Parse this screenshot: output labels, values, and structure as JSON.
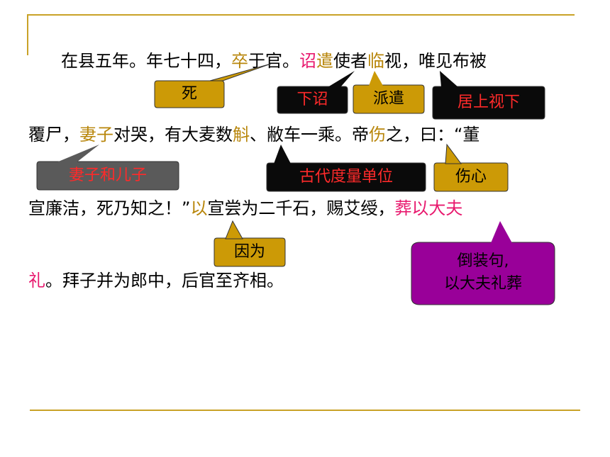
{
  "passage": {
    "line1": [
      {
        "t": "在县五年。年七十四，"
      },
      {
        "t": "卒",
        "c": "gold"
      },
      {
        "t": "于官。"
      },
      {
        "t": "诏",
        "c": "pink"
      },
      {
        "t": "遣",
        "c": "gold"
      },
      {
        "t": "使者"
      },
      {
        "t": "临",
        "c": "gold"
      },
      {
        "t": "视，唯见布被"
      }
    ],
    "line2": [
      {
        "t": "覆尸，"
      },
      {
        "t": "妻子",
        "c": "gold"
      },
      {
        "t": "对哭，有大麦数"
      },
      {
        "t": "斛",
        "c": "gold"
      },
      {
        "t": "、敝车一乘。帝"
      },
      {
        "t": "伤",
        "c": "gold"
      },
      {
        "t": "之，曰：“董"
      }
    ],
    "line3": [
      {
        "t": "宣廉洁，死乃知之！”"
      },
      {
        "t": "以",
        "c": "gold"
      },
      {
        "t": "宣尝为二千石，赐艾绶，"
      },
      {
        "t": "葬以大夫",
        "c": "pink"
      }
    ],
    "line4": [
      {
        "t": "礼",
        "c": "pink"
      },
      {
        "t": "。拜子并为郎中，后官至齐相。"
      }
    ]
  },
  "callouts": {
    "si": "死",
    "xiazhao": "下诏",
    "paiqian": "派遣",
    "jushang": "居上视下",
    "qizi": "妻子和儿子",
    "guduliang": "古代度量单位",
    "shangxin": "伤心",
    "yinwei": "因为",
    "daozhuang_1": "倒装句,",
    "daozhuang_2": "以大夫礼葬"
  },
  "colors": {
    "gold_text": "#b8860b",
    "pink_text": "#e8196e",
    "gold_box": "#cc9a06",
    "black_box": "#0a0a0a",
    "grey_box": "#5a5a5a",
    "purple_box": "#990099",
    "red_label": "#ff2a2a"
  }
}
